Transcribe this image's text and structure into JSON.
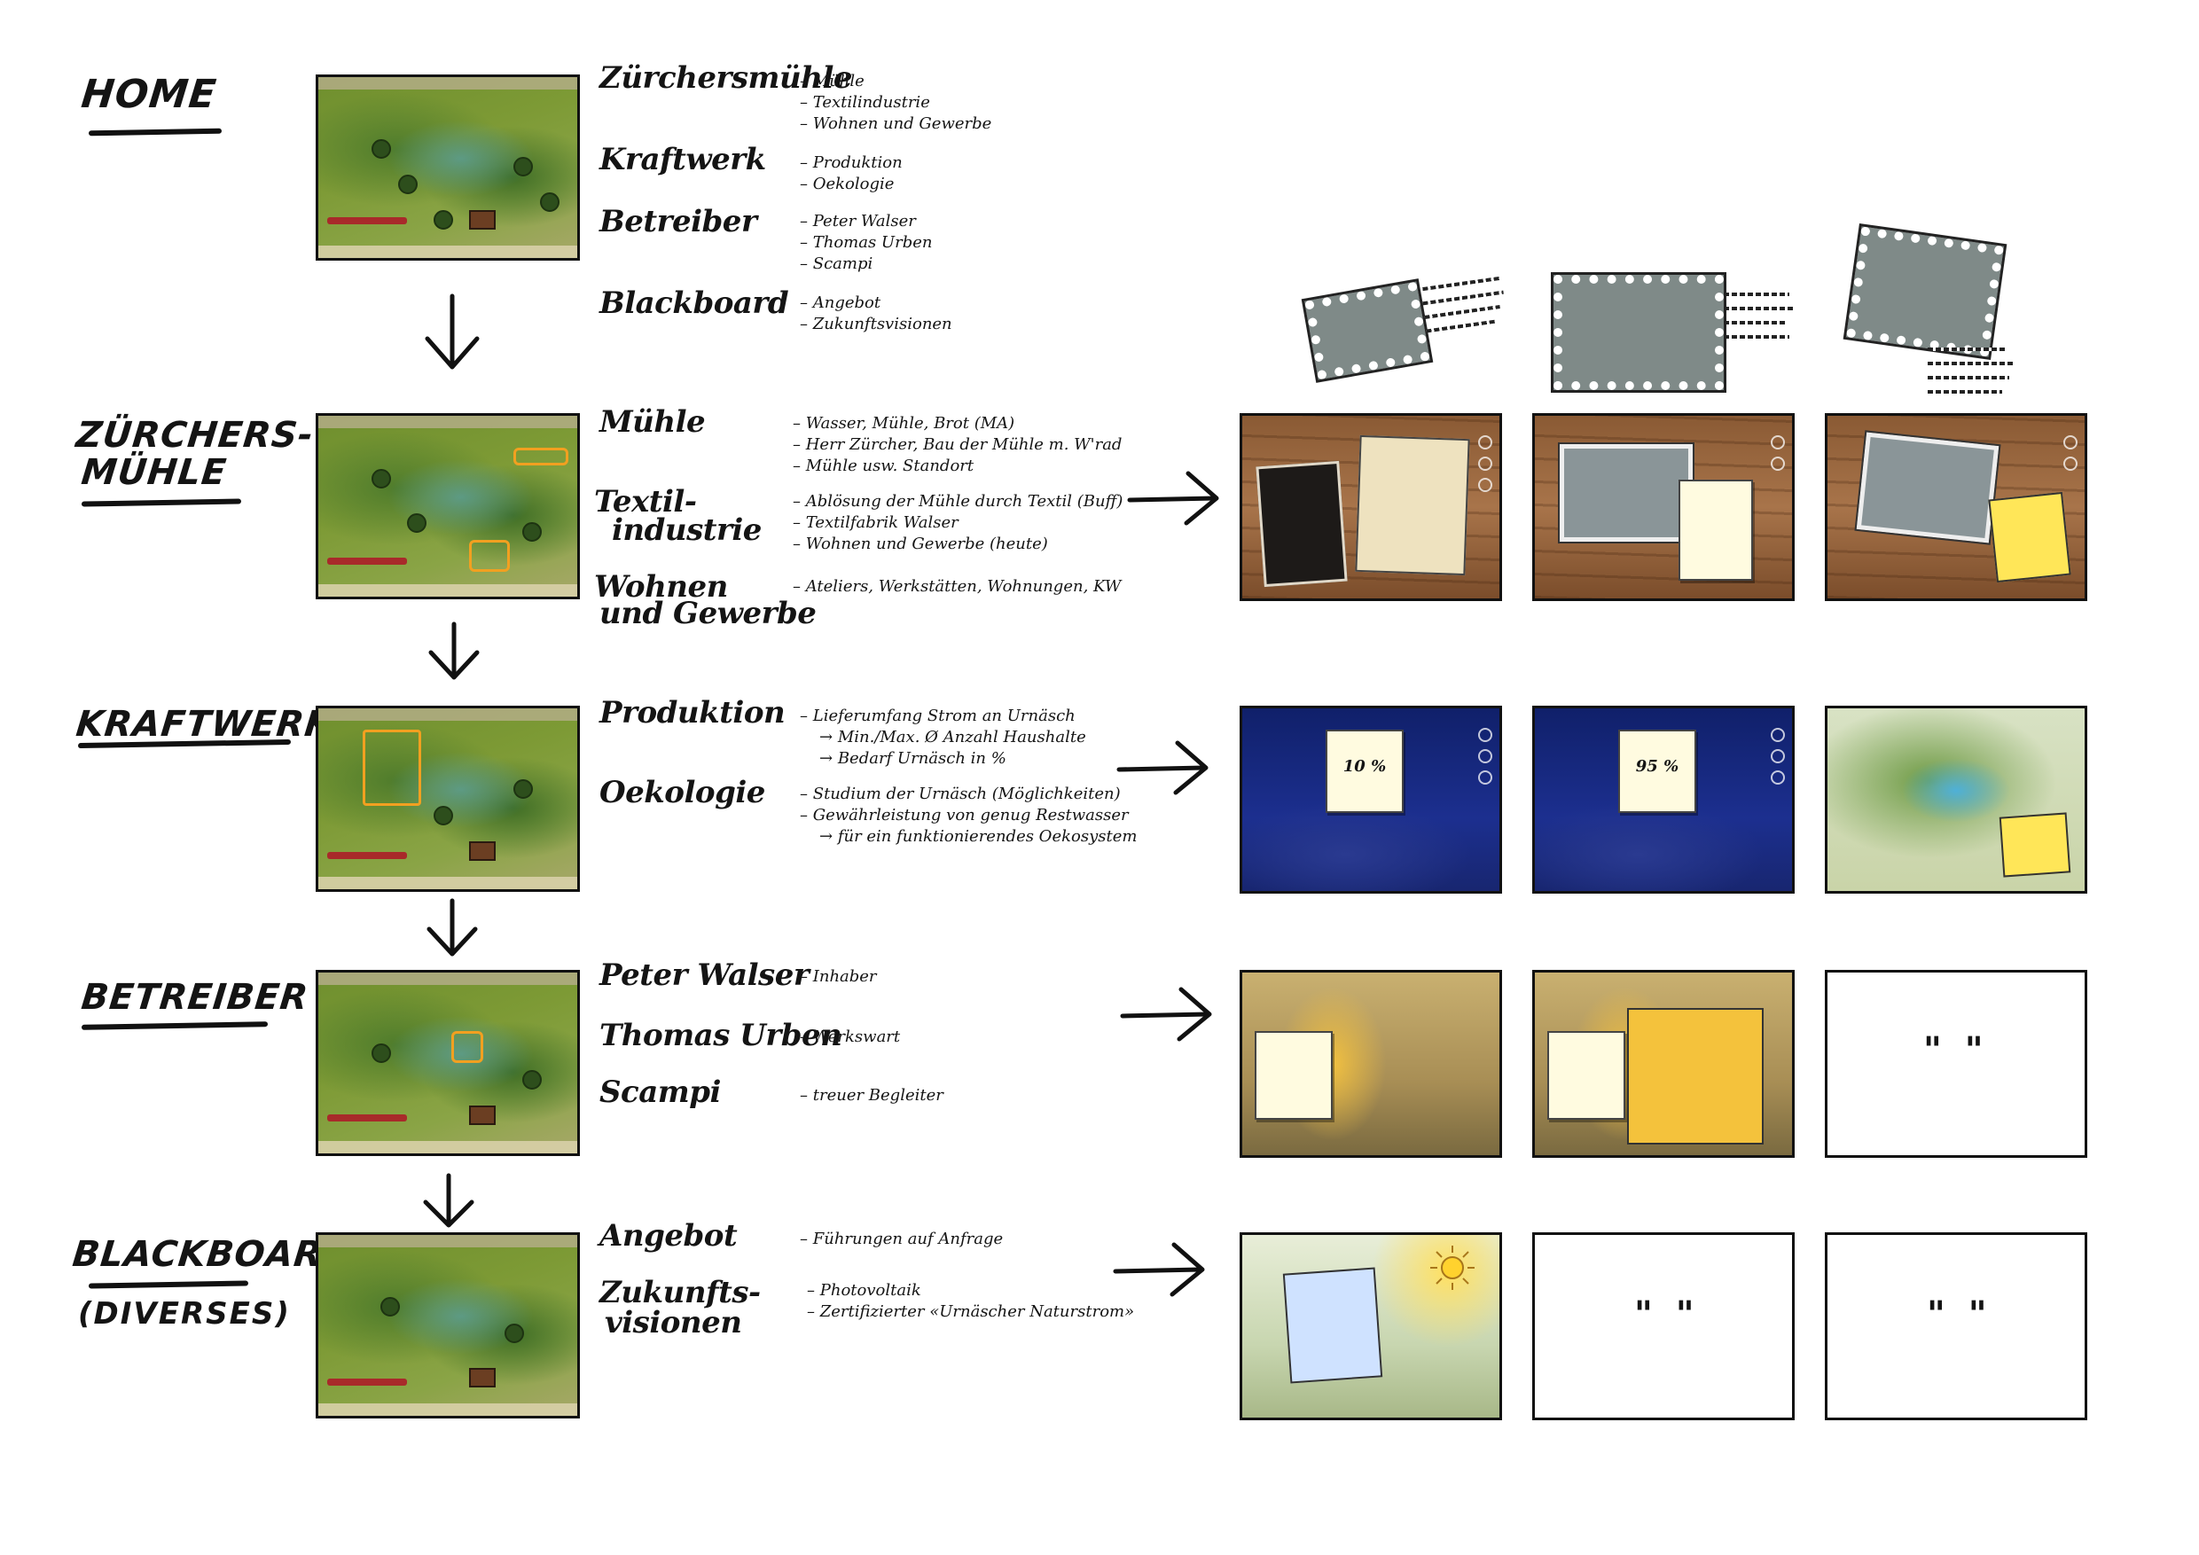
{
  "sections": [
    {
      "title": "HOME",
      "topics": [
        {
          "name": "Zürchersmühle",
          "items": [
            "Mühle",
            "Textilindustrie",
            "Wohnen und Gewerbe"
          ]
        },
        {
          "name": "Kraftwerk",
          "items": [
            "Produktion",
            "Oekologie"
          ]
        },
        {
          "name": "Betreiber",
          "items": [
            "Peter Walser",
            "Thomas Urben",
            "Scampi"
          ]
        },
        {
          "name": "Blackboard",
          "items": [
            "Angebot",
            "Zukunftsvisionen"
          ]
        }
      ]
    },
    {
      "title_line1": "ZÜRCHERS-",
      "title_line2": "MÜHLE",
      "topics": [
        {
          "name": "Mühle",
          "items": [
            "Wasser, Mühle, Brot (MA)",
            "Herr Zürcher, Bau der Mühle m. W'rad",
            "Mühle usw. Standort"
          ]
        },
        {
          "name_line1": "Textil-",
          "name_line2": "industrie",
          "items": [
            "Ablösung der Mühle durch Textil (Buff)",
            "Textilfabrik Walser",
            "Wohnen und Gewerbe (heute)"
          ]
        },
        {
          "name_line1": "Wohnen",
          "name_line2": "und Gewerbe",
          "items": [
            "Ateliers, Werkstätten, Wohnungen, KW"
          ]
        }
      ]
    },
    {
      "title": "KRAFTWERK",
      "topics": [
        {
          "name": "Produktion",
          "items": [
            "Lieferumfang Strom an Urnäsch",
            "Min./Max. Ø Anzahl Haushalte",
            "Bedarf Urnäsch in %"
          ]
        },
        {
          "name": "Oekologie",
          "items": [
            "Studium der Urnäsch (Möglichkeiten)",
            "Gewährleistung von genug Restwasser",
            "für ein funktionierendes Oekosystem"
          ]
        }
      ],
      "notes": [
        "10 %",
        "95 %"
      ]
    },
    {
      "title": "BETREIBER",
      "topics": [
        {
          "name": "Peter Walser",
          "items": [
            "Inhaber"
          ]
        },
        {
          "name": "Thomas Urben",
          "items": [
            "Werkswart"
          ]
        },
        {
          "name": "Scampi",
          "items": [
            "treuer Begleiter"
          ]
        }
      ],
      "ditto": "\" \""
    },
    {
      "title": "BLACKBOARD",
      "subtitle": "(DIVERSES)",
      "topics": [
        {
          "name": "Angebot",
          "items": [
            "Führungen auf Anfrage"
          ]
        },
        {
          "name_line1": "Zukunfts-",
          "name_line2": "visionen",
          "items": [
            "Photovoltaik",
            "Zertifizierter «Urnäscher Naturstrom»"
          ]
        }
      ],
      "ditto": "\" \""
    }
  ]
}
